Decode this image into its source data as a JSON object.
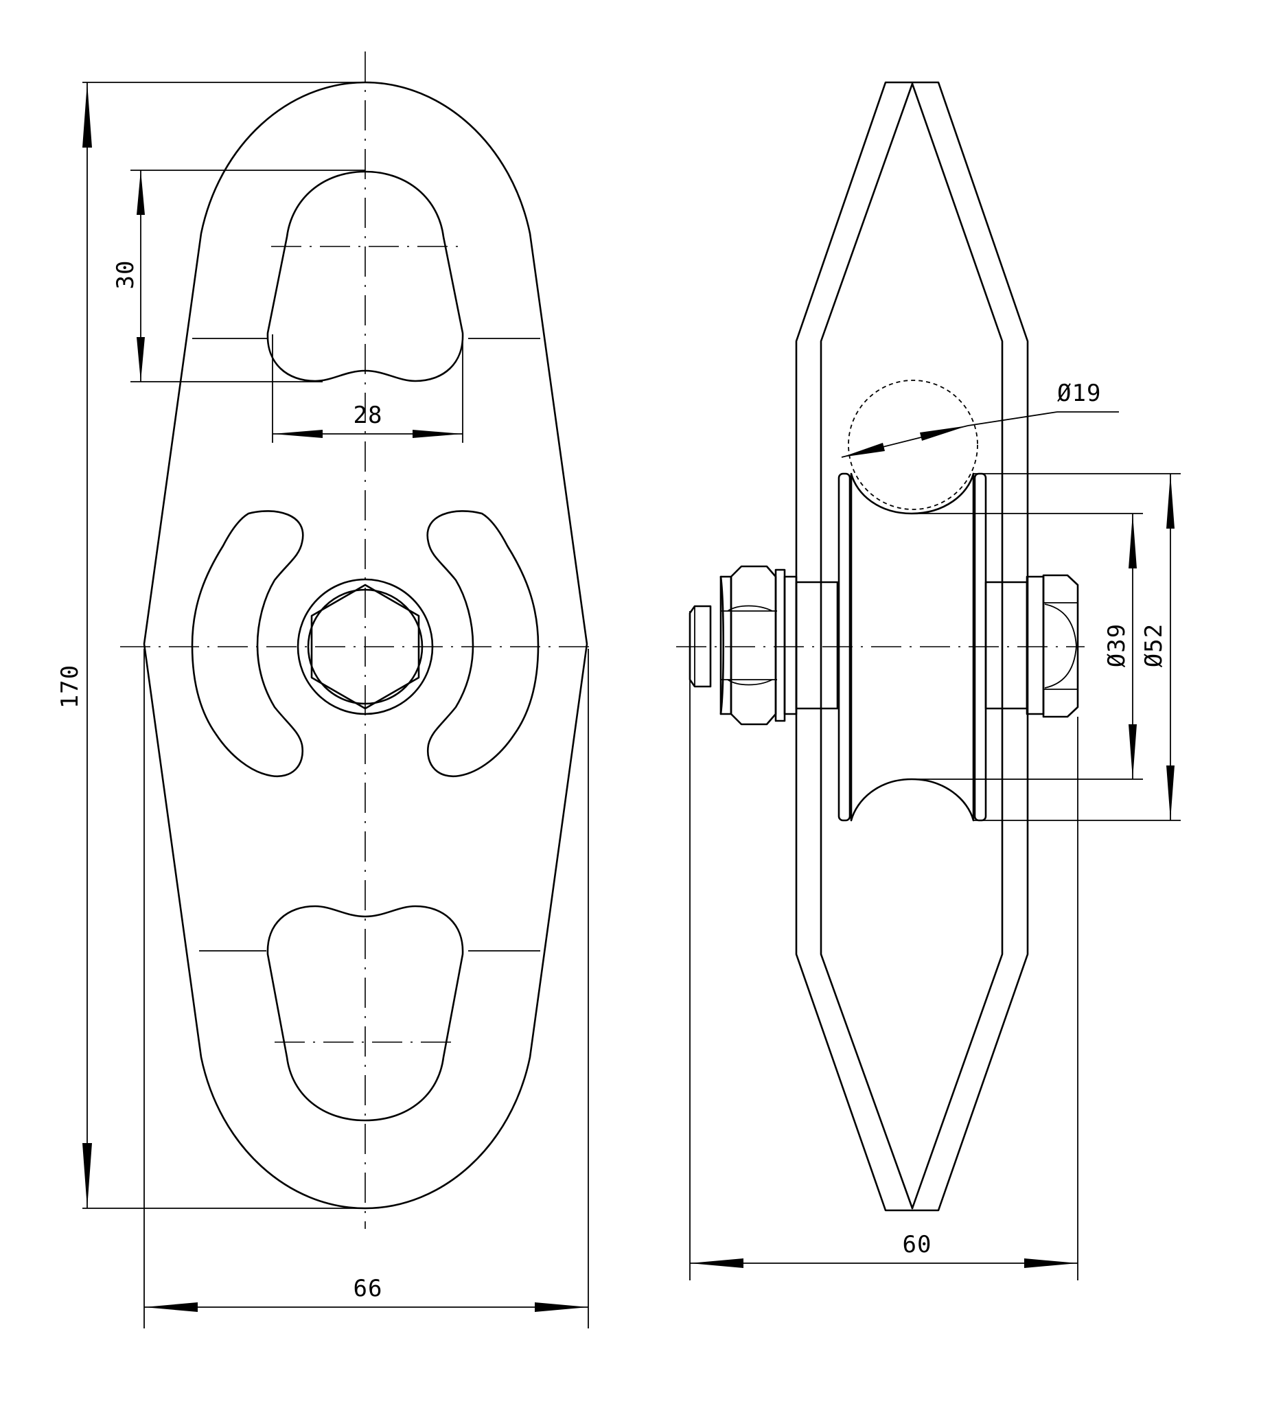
{
  "drawing": {
    "front_view": {
      "dim_height": "170",
      "dim_width": "66",
      "dim_slot_height": "30",
      "dim_slot_width": "28"
    },
    "side_view": {
      "dim_rope": "Ø19",
      "dim_sheave_root": "Ø39",
      "dim_sheave_outer": "Ø52",
      "dim_width": "60"
    }
  }
}
